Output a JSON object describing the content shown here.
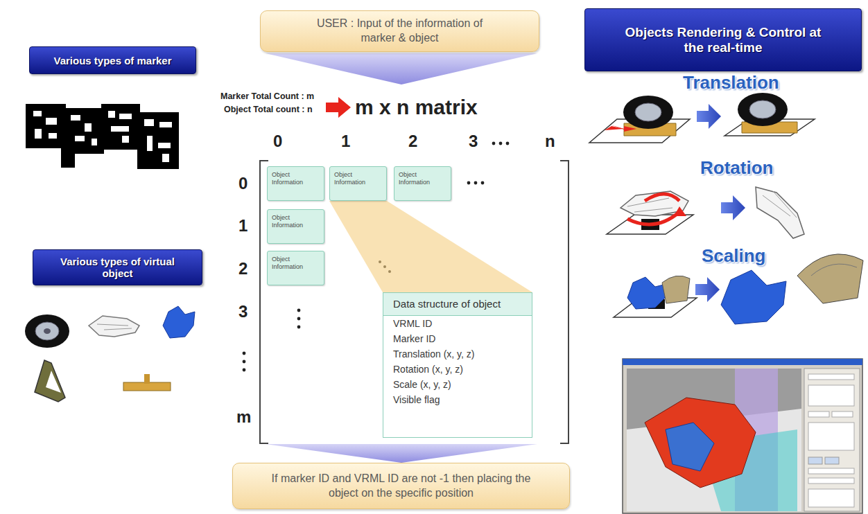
{
  "diagram": {
    "nodes": [
      {
        "text": [
          "Various types of marker"
        ]
      },
      {
        "text": [
          "USER : Input of the information of marker & object"
        ]
      },
      {
        "text": [
          "Objects Rendering & Control at the real-time"
        ]
      },
      {
        "text": [
          "Object Information"
        ]
      },
      {
        "text": [
          "Object Information"
        ]
      },
      {
        "text": [
          "Object Information"
        ]
      },
      {
        "text": [
          "Object Information"
        ]
      },
      {
        "text": [
          "Object Information"
        ]
      },
      {
        "text": [
          "Various types of virtual object"
        ]
      },
      {
        "text": [
          "Data structure of object",
          "VRML ID",
          "Marker ID",
          "Translation (x, y, z)",
          "Rotation (x, y, z)",
          "Scale (x, y, z)",
          "Visible flag"
        ]
      },
      {
        "text": [
          "If marker ID and VRML ID are not -1 then placing the object on the specific position"
        ]
      }
    ],
    "edges": [
      {
        "from": 4,
        "to": 9,
        "arrow": "none"
      }
    ],
    "labels": [
      "Marker Total Count : m",
      "Object Total count : n",
      "m x n matrix",
      "0",
      "1",
      "2",
      "3",
      "n",
      "0",
      "1",
      "2",
      "3",
      "m",
      "Translation",
      "Rotation",
      "Scaling"
    ]
  }
}
